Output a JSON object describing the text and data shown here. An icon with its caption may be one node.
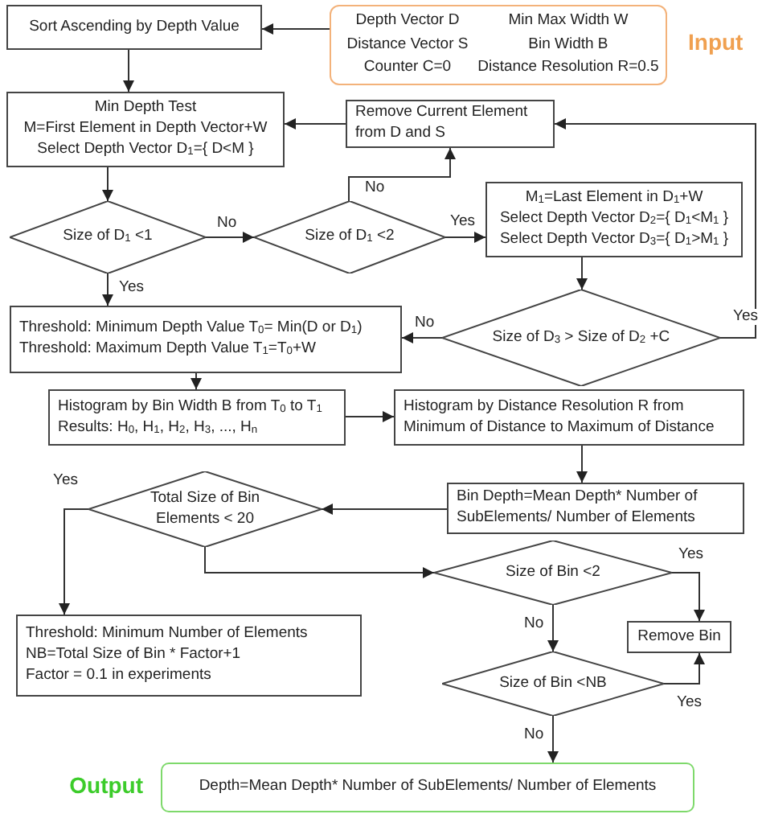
{
  "diagram": {
    "nodes": [
      {
        "text": [
          "Depth Vector D",
          "Min Max Width W",
          "Distance Vector S",
          "Bin Width B",
          "Counter C=0",
          "Distance Resolution R=0.5"
        ],
        "beside": [
          "Input"
        ]
      },
      {
        "text": [
          "Sort Ascending by Depth Value"
        ]
      },
      {
        "text": [
          "Min Depth Test",
          "M=First Element in Depth Vector+W",
          "Select Depth Vector D$_{1}$={ D<M }"
        ]
      },
      {
        "text": [
          "Remove Current Element from D and S"
        ]
      },
      {
        "text": [
          "Size of D$_{1}$ <1"
        ]
      },
      {
        "text": [
          "Size of D$_{1}$ <2"
        ]
      },
      {
        "text": [
          "M$_{1}$=Last Element in D$_{1}$+W",
          "Select Depth Vector D$_{2}$={ D$_{1}$<M$_{1}$ }",
          "Select Depth Vector D$_{3}$={ D$_{1}$>M$_{1}$ }"
        ]
      },
      {
        "text": [
          "Size of D$_{3}$ > Size of D$_{2}$ +C"
        ]
      },
      {
        "text": [
          "Threshold: Minimum Depth Value T$_{0}$= Min(D or D$_{1}$)",
          "Threshold: Maximum Depth Value T$_{1}$=T$_{0}$+W"
        ]
      },
      {
        "text": [
          "Histogram by Bin Width B from T$_{0}$ to T$_{1}$",
          "Results: H$_{0}$, H$_{1}$, H$_{2}$, H$_{3}$, ..., H$_{n}$"
        ]
      },
      {
        "text": [
          "Histogram by Distance Resolution R from Minimum of Distance to Maximum of Distance"
        ]
      },
      {
        "text": [
          "Bin Depth=Mean Depth* Number of SubElements/ Number of Elements"
        ]
      },
      {
        "text": [
          "Total Size of Bin Elements < 20"
        ]
      },
      {
        "text": [
          "Size of Bin <2"
        ]
      },
      {
        "text": [
          "Remove Bin"
        ]
      },
      {
        "text": [
          "Size of Bin <NB"
        ]
      },
      {
        "text": [
          "Threshold: Minimum Number of Elements",
          "NB=Total Size of Bin * Factor+1",
          "Factor = 0.1 in experiments"
        ]
      },
      {
        "text": [
          "Depth=Mean Depth* Number of SubElements/ Number of Elements"
        ],
        "beside": [
          "Output"
        ]
      }
    ],
    "edges": [
      {
        "from": 0,
        "to": 1,
        "arrow": "to"
      },
      {
        "from": 1,
        "to": 2,
        "arrow": "to"
      },
      {
        "from": 3,
        "to": 2,
        "arrow": "to"
      },
      {
        "from": 2,
        "to": 4,
        "arrow": "to"
      },
      {
        "from": 4,
        "to": 5,
        "arrow": "to",
        "label": "No"
      },
      {
        "from": 5,
        "to": 3,
        "arrow": "to",
        "label": "No"
      },
      {
        "from": 5,
        "to": 6,
        "arrow": "to",
        "label": "Yes"
      },
      {
        "from": 6,
        "to": 7,
        "arrow": "to"
      },
      {
        "from": 7,
        "to": 3,
        "arrow": "to",
        "label": "Yes"
      },
      {
        "from": 7,
        "to": 8,
        "arrow": "to",
        "label": "No"
      },
      {
        "from": 4,
        "to": 8,
        "arrow": "to",
        "label": "Yes"
      },
      {
        "from": 8,
        "to": 9,
        "arrow": "to"
      },
      {
        "from": 9,
        "to": 10,
        "arrow": "to"
      },
      {
        "from": 10,
        "to": 11,
        "arrow": "to"
      },
      {
        "from": 11,
        "to": 12,
        "arrow": "to"
      },
      {
        "from": 12,
        "to": 16,
        "arrow": "to",
        "label": "Yes"
      },
      {
        "from": 12,
        "to": 13,
        "arrow": "to"
      },
      {
        "from": 13,
        "to": 14,
        "arrow": "to",
        "label": "Yes"
      },
      {
        "from": 13,
        "to": 15,
        "arrow": "to",
        "label": "No"
      },
      {
        "from": 15,
        "to": 14,
        "arrow": "to",
        "label": "Yes"
      },
      {
        "from": 15,
        "to": 17,
        "arrow": "to",
        "label": "No"
      }
    ]
  }
}
